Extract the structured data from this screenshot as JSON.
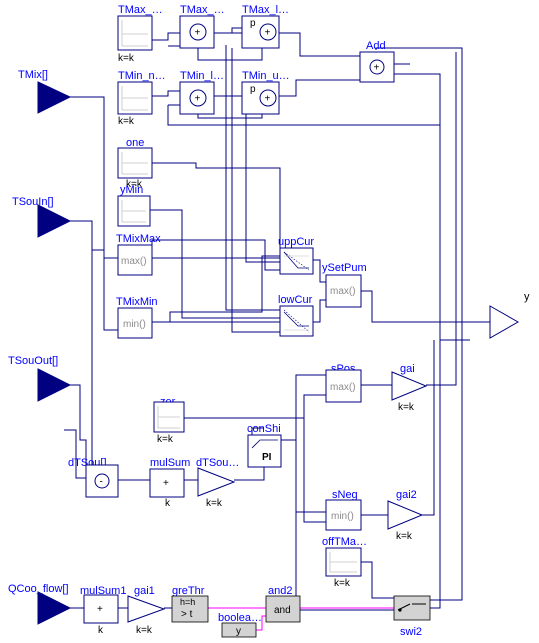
{
  "colors": {
    "block": "#000080",
    "label": "#0000ff",
    "boolean_wire": "#ff00ff",
    "logic_block": "#d3d3d3"
  },
  "inputs": {
    "tmix": "TMix[]",
    "tsouin": "TSouIn[]",
    "tsouout": "TSouOut[]",
    "qcoo": "QCoo_flow[]"
  },
  "outputs": {
    "y": "y"
  },
  "blocks": {
    "tmax_const": {
      "name": "TMax_…",
      "param": "k=k"
    },
    "tmax_add": {
      "name": "TMax_…"
    },
    "tmax_low": {
      "name": "TMax_l…",
      "inner": "p"
    },
    "tmin_const": {
      "name": "TMin_n…",
      "param": "k=k"
    },
    "tmin_add": {
      "name": "TMin_l…"
    },
    "tmin_up": {
      "name": "TMin_u…",
      "inner": "p"
    },
    "add": {
      "name": "Add"
    },
    "one": {
      "name": "one",
      "param": "k=k"
    },
    "ymin": {
      "name": "yMin"
    },
    "tmixmax": {
      "name": "TMixMax",
      "inner": "max()"
    },
    "tmixmin": {
      "name": "TMixMin",
      "inner": "min()"
    },
    "uppcur": {
      "name": "uppCur"
    },
    "lowcur": {
      "name": "lowCur"
    },
    "ysetpum": {
      "name": "ySetPum",
      "inner": "max()"
    },
    "spos": {
      "name": "sPos",
      "inner": "max()"
    },
    "gai": {
      "name": "gai",
      "param": "k=k"
    },
    "zer": {
      "name": "zer",
      "param": "k=k"
    },
    "conshi": {
      "name": "conShi",
      "inner": "PI"
    },
    "dtsou": {
      "name": "dTSou[]",
      "inner": "-"
    },
    "mulsum": {
      "name": "mulSum",
      "inner": "+",
      "param": "k"
    },
    "dtsou2": {
      "name": "dTSou…",
      "param": "k=k"
    },
    "sneg": {
      "name": "sNeg",
      "inner": "min()"
    },
    "gai2": {
      "name": "gai2",
      "param": "k=k"
    },
    "offtma": {
      "name": "offTMa…",
      "param": "k=k"
    },
    "mulsum1": {
      "name": "mulSum1",
      "inner": "+",
      "param": "k"
    },
    "gai1": {
      "name": "gai1",
      "param": "k=k"
    },
    "grethr": {
      "name": "greThr",
      "inner_top": "h=h",
      "inner": "> t"
    },
    "and2": {
      "name": "and2",
      "inner": "and"
    },
    "boolea": {
      "name": "boolea…",
      "inner": "y"
    },
    "swi2": {
      "name": "swi2"
    }
  }
}
